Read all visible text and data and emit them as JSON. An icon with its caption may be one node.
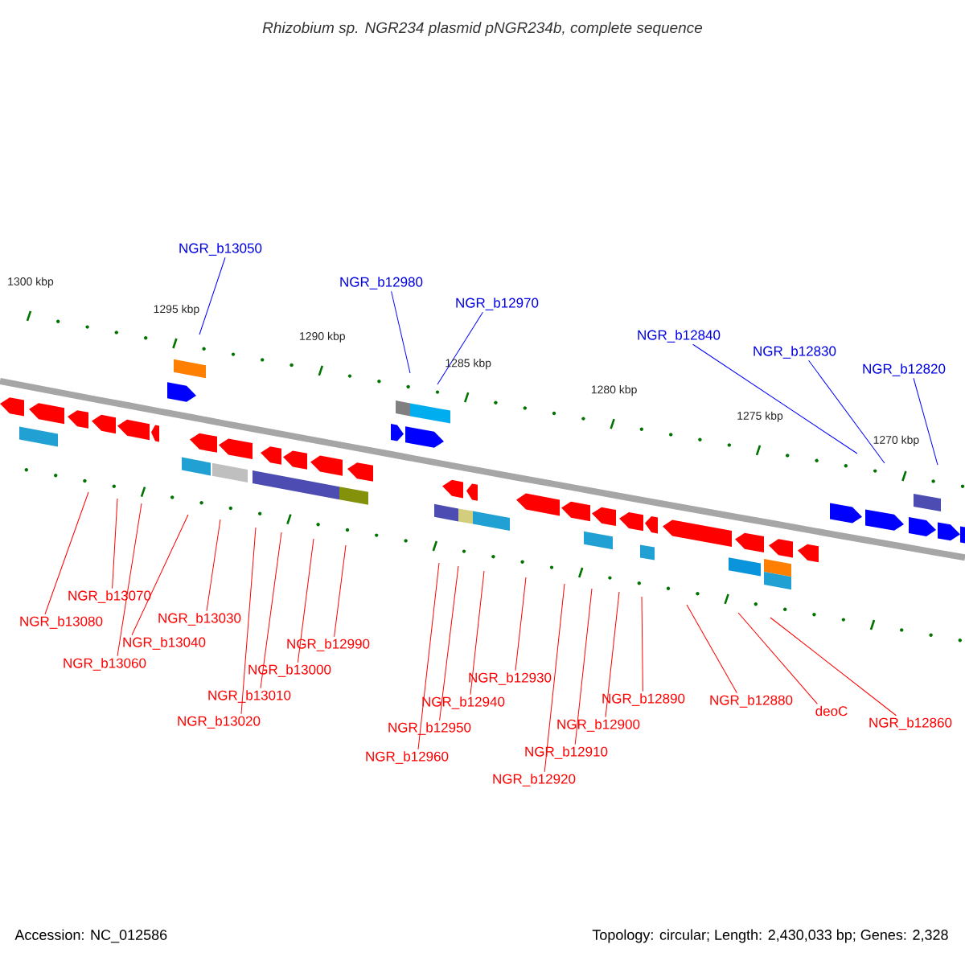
{
  "diagram": {
    "title": "Rhizobium sp. NGR234 plasmid pNGR234b, complete sequence",
    "nodes": [
      {
        "text": [
          "NGR_b13050"
        ]
      },
      {
        "text": [
          "NGR_b12980"
        ]
      },
      {
        "text": [
          "NGR_b12970"
        ]
      },
      {
        "text": [
          "NGR_b12840"
        ]
      },
      {
        "text": [
          "NGR_b12830"
        ]
      },
      {
        "text": [
          "NGR_b12820"
        ]
      },
      {
        "text": [
          "NGR_b13070"
        ]
      },
      {
        "text": [
          "NGR_b13080"
        ]
      },
      {
        "text": [
          "NGR_b13030"
        ]
      },
      {
        "text": [
          "NGR_b13040"
        ]
      },
      {
        "text": [
          "NGR_b12990"
        ]
      },
      {
        "text": [
          "NGR_b13060"
        ]
      },
      {
        "text": [
          "NGR_b13000"
        ]
      },
      {
        "text": [
          "NGR_b13010"
        ]
      },
      {
        "text": [
          "NGR_b12930"
        ]
      },
      {
        "text": [
          "NGR_b12890"
        ]
      },
      {
        "text": [
          "NGR_b12880"
        ]
      },
      {
        "text": [
          "NGR_b12940"
        ]
      },
      {
        "text": [
          "deoC"
        ]
      },
      {
        "text": [
          "NGR_b13020"
        ]
      },
      {
        "text": [
          "NGR_b12900"
        ]
      },
      {
        "text": [
          "NGR_b12860"
        ]
      },
      {
        "text": [
          "NGR_b12950"
        ]
      },
      {
        "text": [
          "NGR_b12910"
        ]
      },
      {
        "text": [
          "NGR_b12960"
        ]
      },
      {
        "text": [
          "NGR_b12920"
        ]
      }
    ],
    "edges": [
      {
        "from": 0,
        "to": null,
        "arrow": "none",
        "color": "#0000ff"
      },
      {
        "from": 1,
        "to": null,
        "arrow": "none",
        "color": "#0000ff"
      },
      {
        "from": 2,
        "to": null,
        "arrow": "none",
        "color": "#0000ff"
      },
      {
        "from": 3,
        "to": null,
        "arrow": "none",
        "color": "#0000ff"
      },
      {
        "from": 4,
        "to": null,
        "arrow": "none",
        "color": "#0000ff"
      },
      {
        "from": 5,
        "to": null,
        "arrow": "none",
        "color": "#0000ff"
      },
      {
        "from": 6,
        "to": null,
        "arrow": "none"
      },
      {
        "from": 7,
        "to": null,
        "arrow": "none"
      },
      {
        "from": 8,
        "to": null,
        "arrow": "none"
      },
      {
        "from": 9,
        "to": null,
        "arrow": "none"
      },
      {
        "from": 10,
        "to": null,
        "arrow": "none"
      },
      {
        "from": 11,
        "to": null,
        "arrow": "none"
      },
      {
        "from": 12,
        "to": null,
        "arrow": "none"
      },
      {
        "from": 13,
        "to": null,
        "arrow": "none"
      },
      {
        "from": 14,
        "to": null,
        "arrow": "none"
      },
      {
        "from": 15,
        "to": null,
        "arrow": "none"
      },
      {
        "from": 16,
        "to": null,
        "arrow": "none"
      },
      {
        "from": 17,
        "to": null,
        "arrow": "none"
      },
      {
        "from": 18,
        "to": null,
        "arrow": "none"
      },
      {
        "from": 19,
        "to": null,
        "arrow": "none"
      },
      {
        "from": 20,
        "to": null,
        "arrow": "none"
      },
      {
        "from": 21,
        "to": null,
        "arrow": "none"
      },
      {
        "from": 22,
        "to": null,
        "arrow": "none"
      },
      {
        "from": 23,
        "to": null,
        "arrow": "none"
      },
      {
        "from": 24,
        "to": null,
        "arrow": "none"
      },
      {
        "from": 25,
        "to": null,
        "arrow": "none"
      }
    ],
    "labels": [
      "1300 kbp",
      "1295 kbp",
      "1290 kbp",
      "1285 kbp",
      "1280 kbp",
      "1275 kbp",
      "1270 kbp",
      "Accession: NC_012586",
      "Topology: circular; Length: 2,430,033 bp; Genes: 2,328"
    ]
  }
}
